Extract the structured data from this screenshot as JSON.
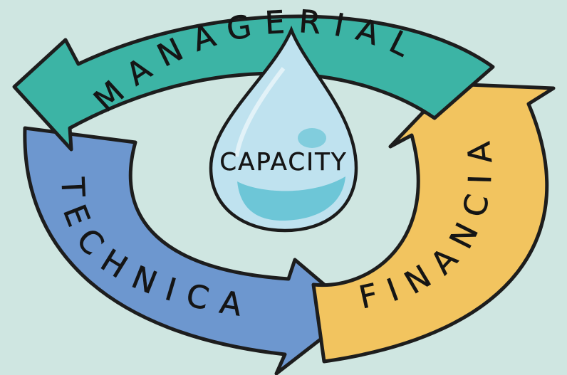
{
  "diagram": {
    "center_label": "CAPACITY",
    "arrows": {
      "managerial": {
        "label": "MANAGERIAL",
        "color": "#3cb4a5"
      },
      "technical": {
        "label": "TECHNICAL",
        "color": "#6d97cf"
      },
      "financial": {
        "label": "FINANCIAL",
        "color": "#f2c45f"
      }
    },
    "drop_color": "#bfe2ef",
    "water_color": "#59bfd1"
  }
}
